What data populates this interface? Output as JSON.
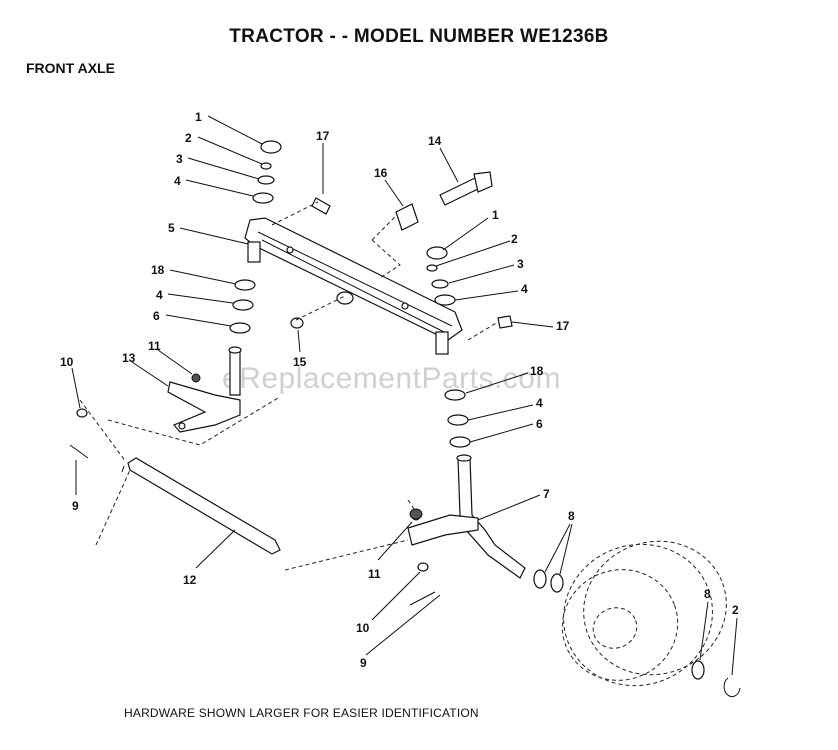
{
  "header": {
    "title": "TRACTOR - - MODEL NUMBER WE1236B",
    "section": "FRONT AXLE"
  },
  "footer": {
    "note": "HARDWARE SHOWN LARGER FOR EASIER IDENTIFICATION"
  },
  "watermark": "eReplacementParts.com",
  "callouts": {
    "c1a": "1",
    "c2a": "2",
    "c3a": "3",
    "c4a": "4",
    "c5": "5",
    "c18a": "18",
    "c4b": "4",
    "c6a": "6",
    "c10a": "10",
    "c13": "13",
    "c11a": "11",
    "c9a": "9",
    "c12": "12",
    "c17a": "17",
    "c16": "16",
    "c14": "14",
    "c1b": "1",
    "c2b": "2",
    "c3b": "3",
    "c4c": "4",
    "c17b": "17",
    "c15": "15",
    "c18b": "18",
    "c4d": "4",
    "c6b": "6",
    "c7": "7",
    "c8a": "8",
    "c11b": "11",
    "c10b": "10",
    "c9b": "9",
    "c8b": "8",
    "c2c": "2"
  }
}
